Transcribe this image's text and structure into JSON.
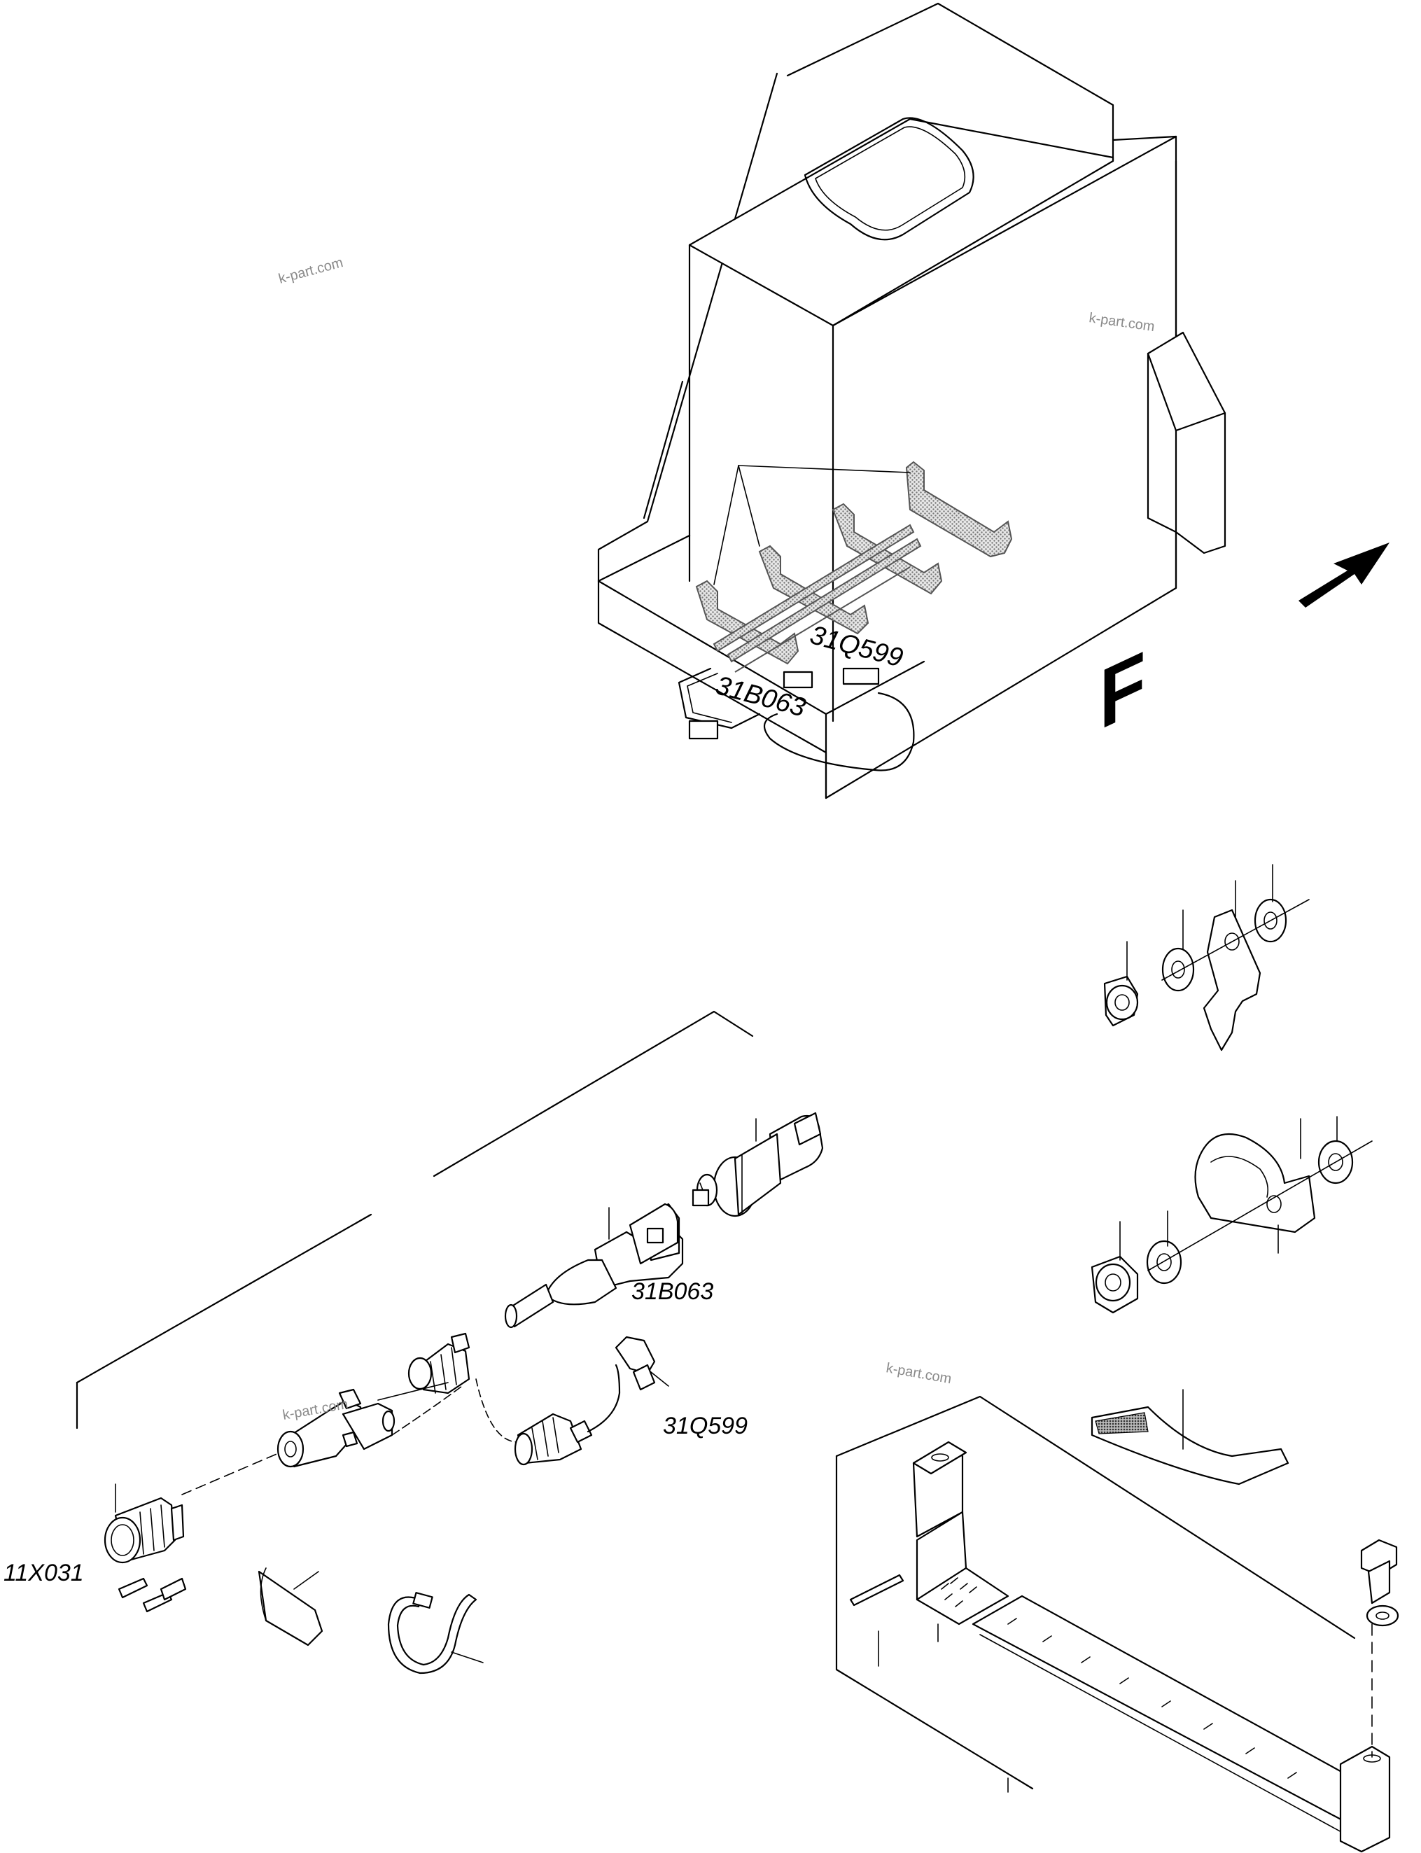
{
  "watermark": "k-part.com",
  "direction_letter": "F",
  "labels": {
    "sensor_on_tank_top": "31Q599",
    "sensor_on_tank_bottom": "31B063",
    "sensor_31b063": "31B063",
    "sensor_31q599": "31Q599",
    "connector_11x031": "11X031"
  },
  "icons": [
    "arrow-right-icon"
  ]
}
